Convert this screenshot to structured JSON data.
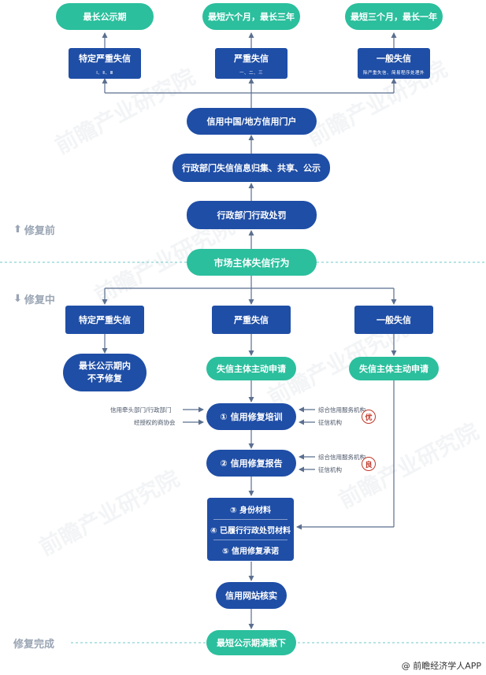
{
  "top_periods": [
    "最长公示期",
    "最短六个月，最长三年",
    "最短三个月，最长一年"
  ],
  "top_categories": [
    {
      "title": "特定严重失信",
      "sub": "Ⅰ、Ⅱ、Ⅲ"
    },
    {
      "title": "严重失信",
      "sub": "一、二、三"
    },
    {
      "title": "一般失信",
      "sub": "除严重失信、简易程序处理外"
    }
  ],
  "flow": {
    "portal": "信用中国/地方信用门户",
    "collect": "行政部门失信信息归集、共享、公示",
    "penalty": "行政部门行政处罚",
    "behavior": "市场主体失信行为"
  },
  "phases": {
    "before": "修复前",
    "during": "修复中",
    "done": "修复完成"
  },
  "lower_categories": [
    "特定严重失信",
    "严重失信",
    "一般失信"
  ],
  "no_repair": "最长公示期内\n不予修复",
  "apply_serious": "失信主体主动申请",
  "apply_general": "失信主体主动申请",
  "training": "① 信用修复培训",
  "report": "② 信用修复报告",
  "materials": [
    "③ 身份材料",
    "④ 已履行行政处罚材料",
    "⑤ 信用修复承诺"
  ],
  "verify": "信用网站核实",
  "final": "最短公示期满撤下",
  "left_labels": [
    "信用牵头部门/行政部门",
    "经授权的商协会"
  ],
  "training_sources": [
    "综合信用服务机构",
    "征信机构"
  ],
  "report_sources": [
    "综合信用服务机构",
    "征信机构"
  ],
  "badges": [
    "优",
    "良"
  ],
  "watermark": "前瞻产业研究院",
  "credit": "@ 前瞻经济学人APP",
  "colors": {
    "green": "#2bbf9d",
    "blue": "#1f4ea6",
    "line": "#5b6f8f",
    "dash": "#6fc9c9"
  }
}
